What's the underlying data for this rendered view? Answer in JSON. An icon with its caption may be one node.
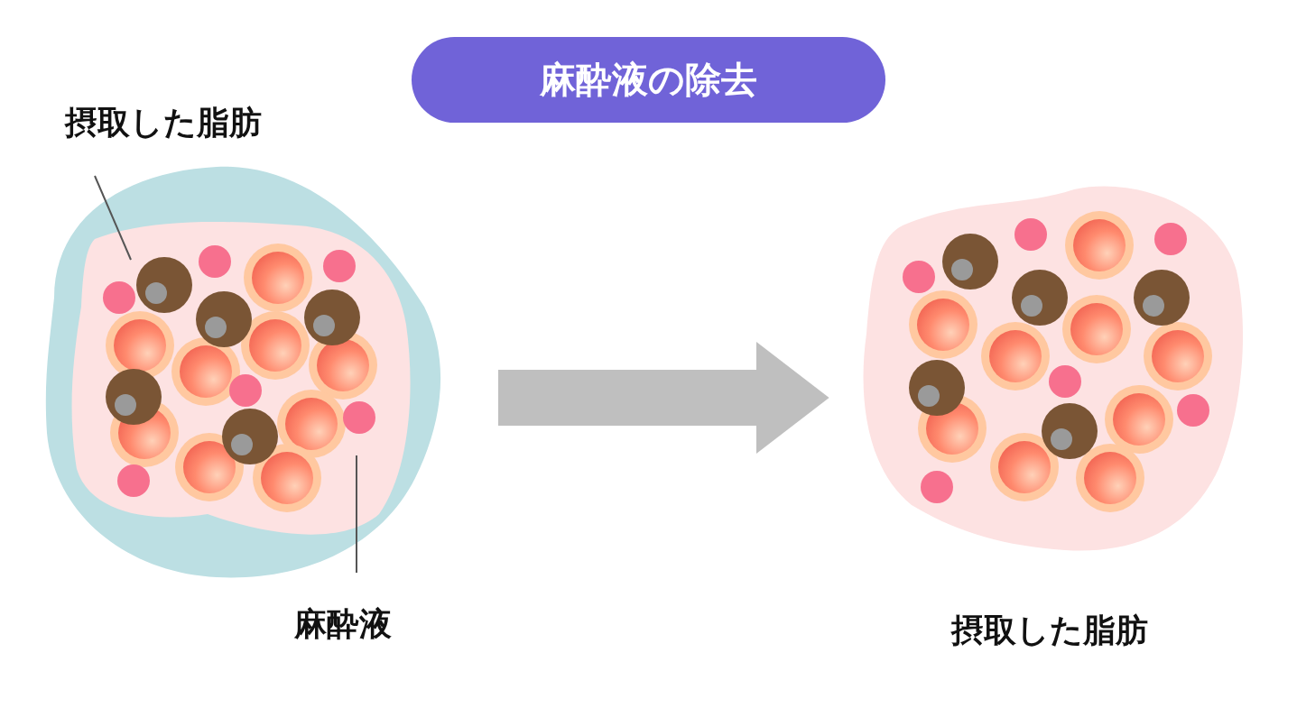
{
  "diagram": {
    "title": "麻酔液の除去",
    "nodes": [
      {
        "text": [
          "摂取した脂肪"
        ]
      },
      {
        "text": [
          "麻酔液"
        ]
      },
      {
        "text": [],
        "shape": "picture"
      },
      {
        "text": [],
        "shape": "picture",
        "in": 2
      },
      {
        "text": [],
        "shape": "picture",
        "beside": [
          "摂取した脂肪"
        ]
      }
    ],
    "edges": [
      {
        "from": 0,
        "to": 3,
        "arrow": "none"
      },
      {
        "from": 1,
        "to": 2,
        "arrow": "none"
      },
      {
        "from": 2,
        "to": 4,
        "arrow": "to",
        "style": "thick",
        "color": "#bfbfbf"
      }
    ]
  }
}
